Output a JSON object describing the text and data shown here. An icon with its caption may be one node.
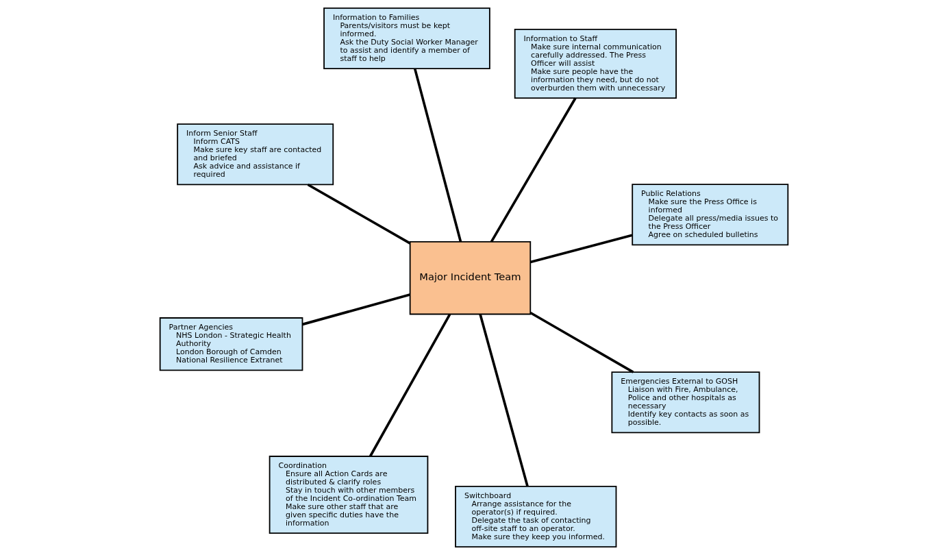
{
  "diagram": {
    "nodes": [
      {
        "text": [
          "Major Incident Team"
        ]
      },
      {
        "text": [
          "Public Relations",
          "Make sure the Press Office is informed",
          "Delegate all press/media issues to the Press Officer",
          "Agree on scheduled bulletins"
        ]
      },
      {
        "text": [
          "Coordination",
          "Ensure all Action Cards are distributed & clarify roles",
          "Stay in touch with other members of the Incident Co-ordination Team",
          "Make sure other staff that are given specific duties have the information"
        ]
      },
      {
        "text": [
          "Inform Senior Staff",
          "Inform CATS",
          "Make sure key staff are contacted and briefed",
          "Ask advice and assistance if required"
        ]
      },
      {
        "text": [
          "Information to Staff",
          "Make sure internal communication carefully addressed. The Press Officer will assist",
          "Make sure people have the information they need, but do not overburden them with unnecessary"
        ]
      },
      {
        "text": [
          "Information to Families",
          "Parents/visitors must be kept informed.",
          "Ask the Duty Social Worker Manager to assist and identify a member of staff to help"
        ]
      },
      {
        "text": [
          "Partner Agencies",
          "NHS London - Strategic Health Authority",
          "London Borough of Camden",
          "National Resilience Extranet"
        ]
      },
      {
        "text": [
          "Emergencies External to GOSH",
          "Liaison with Fire, Ambulance, Police and other hospitals as necessary",
          "Identify key contacts as soon as possible."
        ]
      },
      {
        "text": [
          "Switchboard",
          "Arrange assistance for the operator(s) if required.",
          "Delegate the task of contacting off-site staff to an operator.",
          "Make sure they keep you informed."
        ]
      }
    ],
    "edges": [
      {
        "from": 0,
        "to": 1,
        "arrow": "none"
      },
      {
        "from": 0,
        "to": 2,
        "arrow": "none"
      },
      {
        "from": 0,
        "to": 3,
        "arrow": "none"
      },
      {
        "from": 0,
        "to": 4,
        "arrow": "none"
      },
      {
        "from": 0,
        "to": 5,
        "arrow": "none"
      },
      {
        "from": 0,
        "to": 6,
        "arrow": "none"
      },
      {
        "from": 0,
        "to": 7,
        "arrow": "none"
      },
      {
        "from": 0,
        "to": 8,
        "arrow": "none"
      }
    ]
  }
}
